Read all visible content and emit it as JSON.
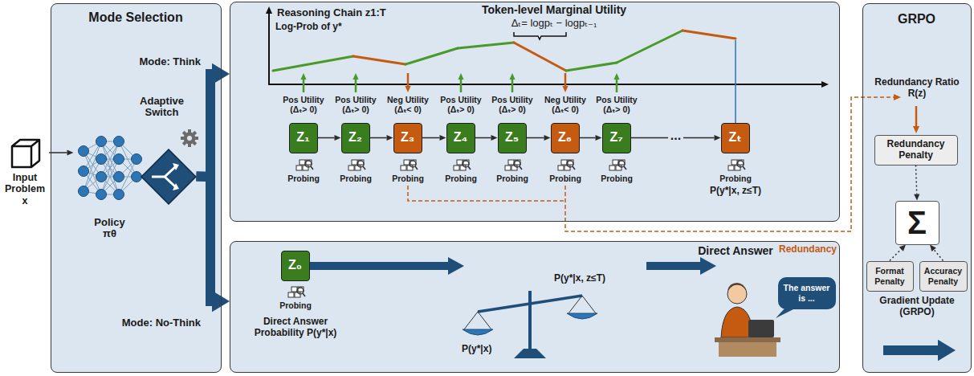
{
  "diagram": {
    "nodes": [
      {
        "text": [
          "Input Problem x"
        ]
      },
      {
        "text": [
          "Mode Selection"
        ]
      },
      {
        "text": [
          "Policy πθ"
        ],
        "in": 1
      },
      {
        "text": [
          "Adaptive Switch"
        ],
        "in": 1
      },
      {
        "text": [
          "Reasoning Chain z1:T"
        ]
      },
      {
        "text": [
          "Z₁"
        ],
        "in": 4
      },
      {
        "text": [
          "Z₂"
        ],
        "in": 4
      },
      {
        "text": [
          "Z₃"
        ],
        "in": 4
      },
      {
        "text": [
          "Z₄"
        ],
        "in": 4
      },
      {
        "text": [
          "Z₅"
        ],
        "in": 4
      },
      {
        "text": [
          "Z₆"
        ],
        "in": 4
      },
      {
        "text": [
          "Z₇"
        ],
        "in": 4
      },
      {
        "text": [
          "Zₜ"
        ],
        "in": 4
      },
      {
        "text": [
          "Direct Answer"
        ]
      },
      {
        "text": [
          "Z₀"
        ],
        "in": 13
      },
      {
        "text": [
          "The answer is ..."
        ],
        "in": 13
      },
      {
        "text": [
          "GRPO"
        ]
      },
      {
        "text": [
          "Redundancy Penalty"
        ],
        "in": 16
      },
      {
        "text": [
          "Σ"
        ],
        "in": 16
      },
      {
        "text": [
          "Format Penalty"
        ],
        "in": 16
      },
      {
        "text": [
          "Accuracy Penalty"
        ],
        "in": 16
      }
    ],
    "edges": [
      {
        "from": 0,
        "to": 2,
        "arrow": "to"
      },
      {
        "from": 3,
        "to": 4,
        "arrow": "to"
      },
      {
        "from": 3,
        "to": 13,
        "arrow": "to"
      },
      {
        "from": 5,
        "to": 6,
        "arrow": "to"
      },
      {
        "from": 6,
        "to": 7,
        "arrow": "to"
      },
      {
        "from": 7,
        "to": 8,
        "arrow": "to"
      },
      {
        "from": 8,
        "to": 9,
        "arrow": "to"
      },
      {
        "from": 9,
        "to": 10,
        "arrow": "to"
      },
      {
        "from": 10,
        "to": 11,
        "arrow": "to"
      },
      {
        "from": 11,
        "to": 12,
        "label": "...",
        "arrow": "to"
      },
      {
        "from": 17,
        "to": 18,
        "arrow": "to"
      },
      {
        "from": 19,
        "to": 18,
        "arrow": "to"
      },
      {
        "from": 20,
        "to": 18,
        "arrow": "to"
      }
    ],
    "labels": [
      "Mode: Think",
      "Mode: No-Think",
      "Log-Prob of y*",
      "Token-level Marginal Utility",
      "Δₜ= logpₜ − logpₜ₋₁",
      "Pos Utility (Δₜ> 0)",
      "Pos Utility (Δₜ> 0)",
      "Neg Utility (Δₜ< 0)",
      "Pos Utility (Δₜ> 0)",
      "Pos Utility (Δₜ> 0)",
      "Neg Utility (Δₜ< 0)",
      "Pos Utility (Δₜ> 0)",
      "Probing",
      "Probing",
      "Probing",
      "Probing",
      "Probing",
      "Probing",
      "Probing",
      "Probing",
      "P(y*|x, z≤T)",
      "Redundancy",
      "Probing",
      "Direct Answer Probability P(y*|x)",
      "P(y*|x, z≤T)",
      "P(y*|x)",
      "Redundancy Ratio R(z)",
      "Gradient Update (GRPO)"
    ]
  }
}
